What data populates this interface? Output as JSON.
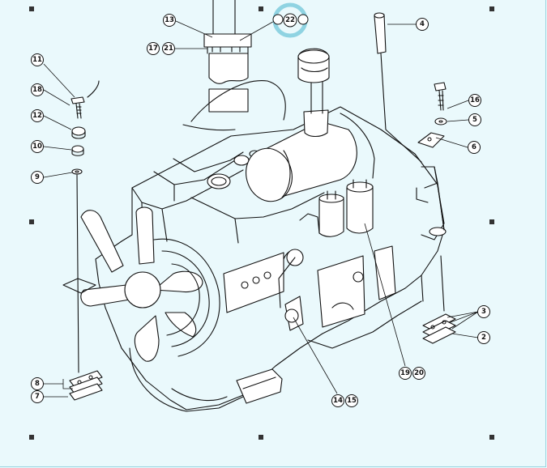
{
  "diagram": {
    "callouts": [
      {
        "id": "c2",
        "label": "2"
      },
      {
        "id": "c3",
        "label": "3"
      },
      {
        "id": "c4",
        "label": "4"
      },
      {
        "id": "c5",
        "label": "5"
      },
      {
        "id": "c6",
        "label": "6"
      },
      {
        "id": "c7",
        "label": "7"
      },
      {
        "id": "c8",
        "label": "8"
      },
      {
        "id": "c9",
        "label": "9"
      },
      {
        "id": "c10",
        "label": "10"
      },
      {
        "id": "c11",
        "label": "11"
      },
      {
        "id": "c12",
        "label": "12"
      },
      {
        "id": "c13",
        "label": "13"
      },
      {
        "id": "c14",
        "label": "14"
      },
      {
        "id": "c15",
        "label": "15"
      },
      {
        "id": "c16",
        "label": "16"
      },
      {
        "id": "c17",
        "label": "17"
      },
      {
        "id": "c18",
        "label": "18"
      },
      {
        "id": "c19",
        "label": "19"
      },
      {
        "id": "c20",
        "label": "20"
      },
      {
        "id": "c21",
        "label": "21"
      },
      {
        "id": "c22",
        "label": "22"
      }
    ],
    "highlighted_callout": "22",
    "highlight_color": "#8fd3e2",
    "background_color": "#eaf9fc",
    "line_color": "#111111"
  }
}
